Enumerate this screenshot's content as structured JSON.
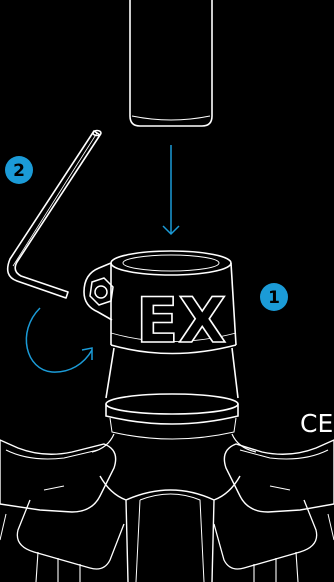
{
  "steps": {
    "step_1": "1",
    "step_2": "2"
  },
  "marks": {
    "ce": "CE",
    "collar_logo": "EX"
  },
  "colors": {
    "background": "#000000",
    "line": "#ffffff",
    "accent": "#1b9bd7"
  },
  "icons": {
    "hex_key": "allen-key-icon",
    "direction": "down-arrow-icon",
    "tighten": "rotate-arrow-icon"
  }
}
